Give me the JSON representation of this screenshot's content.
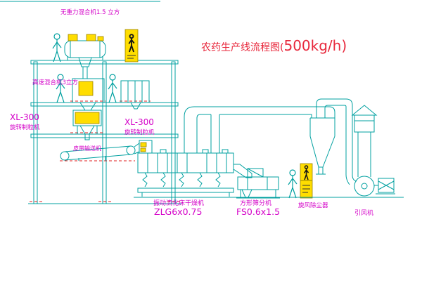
{
  "diagram": {
    "title_prefix": "农药生产线流程图(",
    "title_capacity": "500kg/h)"
  },
  "equipment_labels": {
    "top_mixer": "无重力混合机1.5 立方",
    "high_speed_mixer": "高速混合机3立方",
    "left_granulator": {
      "model": "XL-300",
      "name": "旋转制粒机"
    },
    "mid_granulator": {
      "model": "XL-300",
      "name": "旋转制粒机"
    },
    "belt_conveyor": "皮带输送机",
    "fluid_bed_dryer": {
      "name": "振动流化床干燥机",
      "model": "ZLG6x0.75"
    },
    "square_sieve": {
      "name": "方形筛分机",
      "model": "FS0.6x1.5"
    },
    "cyclone_collector": "旋风除尘器",
    "induced_draft_fan": "引风机"
  },
  "colors": {
    "line": "#00A0A0",
    "label_text": "#D400C8",
    "title_text": "#E8283C",
    "equipment_highlight": "#FFDD00",
    "alert_dashed": "#E02020"
  }
}
